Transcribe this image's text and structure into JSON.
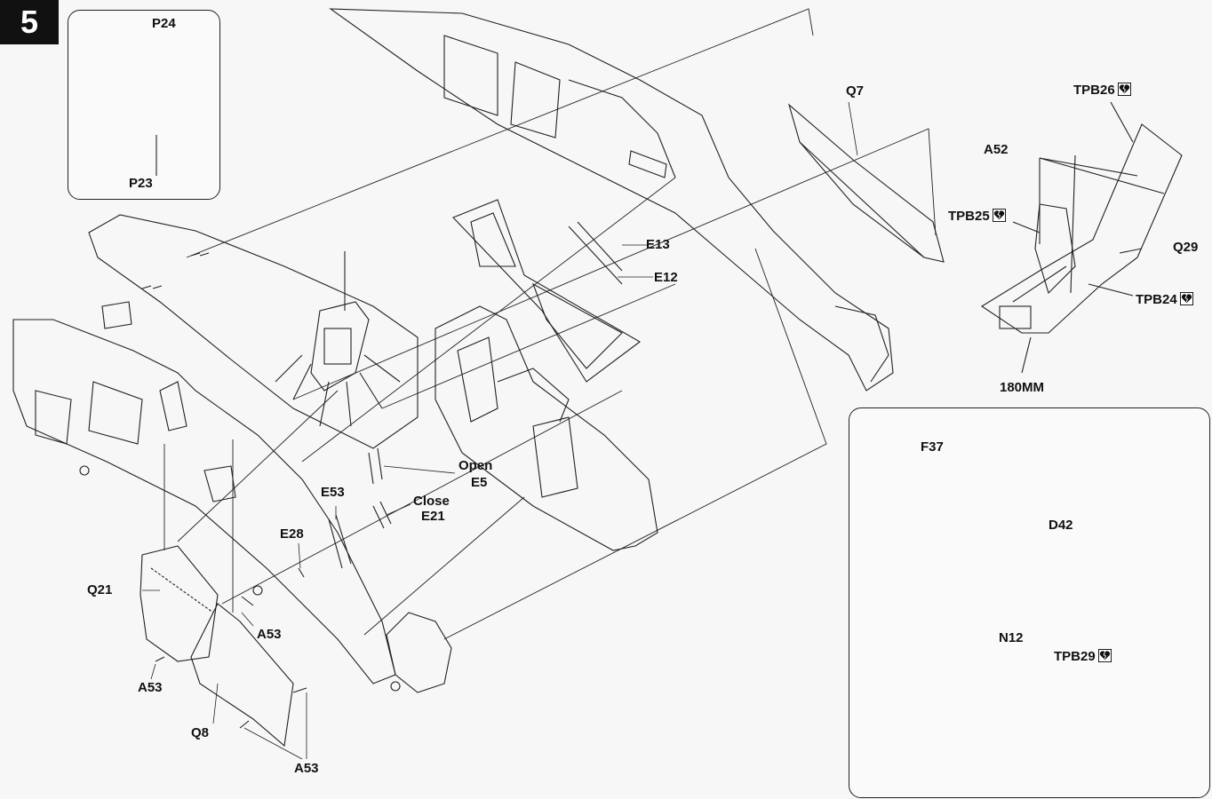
{
  "step_number": "5",
  "inset_top_left": {
    "top_label": "P24",
    "bottom_label": "P23"
  },
  "labels": {
    "q7": "Q7",
    "e13": "E13",
    "e12": "E12",
    "open": "Open",
    "e5": "E5",
    "close": "Close",
    "e21": "E21",
    "e53": "E53",
    "e28": "E28",
    "q21": "Q21",
    "a53_upper": "A53",
    "a53_left": "A53",
    "a53_bottom": "A53",
    "q8": "Q8"
  },
  "inset_top_right": {
    "tpb26": "TPB26",
    "a52": "A52",
    "tpb25": "TPB25",
    "q29": "Q29",
    "tpb24": "TPB24",
    "mm180": "180MM"
  },
  "inset_bottom_right": {
    "f37": "F37",
    "d42": "D42",
    "n12": "N12",
    "tpb29": "TPB29"
  },
  "colors": {
    "line": "#222222",
    "background": "#f7f7f7",
    "step_badge": "#111111"
  },
  "icons": [
    "heart-break-icon"
  ]
}
